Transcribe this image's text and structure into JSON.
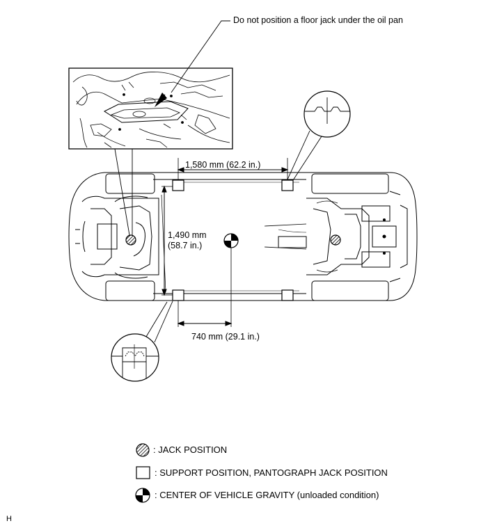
{
  "callout_note": "Do not position a floor jack under the oil pan",
  "dimensions": {
    "support_spacing": "1,580 mm (62.2 in.)",
    "track_width_line1": "1,490 mm",
    "track_width_line2": "(58.7 in.)",
    "gravity_offset": "740 mm (29.1 in.)"
  },
  "legend": [
    {
      "symbol": "hatched-circle-icon",
      "text": ": JACK POSITION"
    },
    {
      "symbol": "square-icon",
      "text": ": SUPPORT POSITION, PANTOGRAPH JACK POSITION"
    },
    {
      "symbol": "gravity-center-icon",
      "text": ": CENTER OF VEHICLE GRAVITY (unloaded condition)"
    }
  ],
  "figure_code": "H"
}
